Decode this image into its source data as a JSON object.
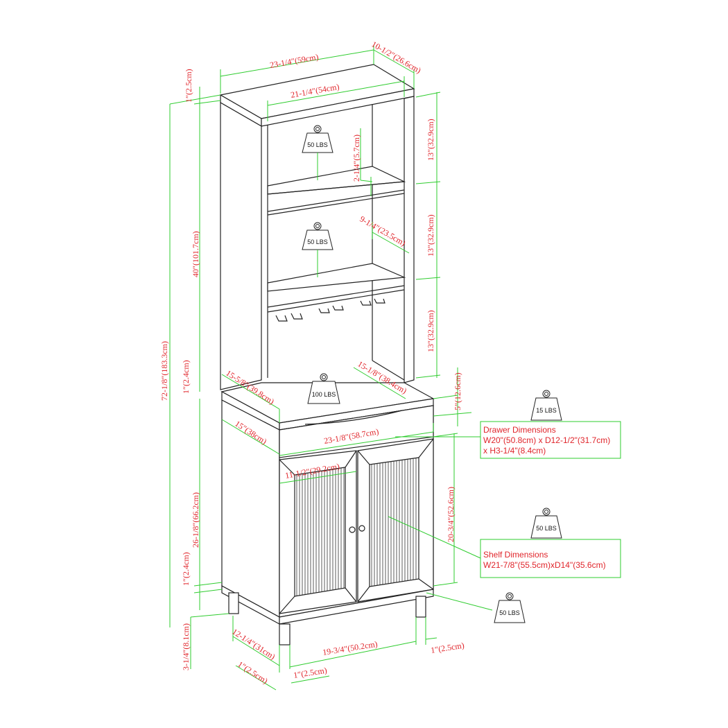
{
  "dimensions": {
    "top_width": "23-1/4″(59cm)",
    "top_depth": "10-1/2″(26.6cm)",
    "inner_width_top": "21-1/4″(54cm)",
    "top_thickness": "1″(2.5cm)",
    "total_height": "72-1/8″(183.3cm)",
    "hutch_height": "40″(101.7cm)",
    "shelf_lip": "2-1/4″(5.7cm)",
    "shelf_gap_1": "13″(32.9cm)",
    "shelf_gap_2": "13″(32.9cm)",
    "shelf_gap_3": "13″(32.9cm)",
    "hutch_shelf_depth": "9-1/4″(23.5cm)",
    "counter_thickness": "1″(2.4cm)",
    "counter_depth": "15-5/8″(39.8cm)",
    "counter_inner_depth": "15-1/8″(38.4cm)",
    "drawer_height": "5″(12.6cm)",
    "base_depth": "15″(38cm)",
    "base_width": "23-1/8″(58.7cm)",
    "door_width": "11-1/2″(29.2cm)",
    "base_height": "26-1/8″(66.2cm)",
    "door_height": "20-3/4″(52.6cm)",
    "bottom_thickness": "1″(2.4cm)",
    "leg_height": "3-1/4″(8.1cm)",
    "leg_depth_span": "12-1/4″(31cm)",
    "leg_width_span": "19-3/4″(50.2cm)",
    "leg_size_right": "1″(2.5cm)",
    "leg_size_depth": "1″(2.5cm)",
    "leg_size_front": "1″(2.5cm)"
  },
  "weights": {
    "top_shelf": "50 LBS",
    "middle_shelf": "50 LBS",
    "counter": "100 LBS",
    "drawer": "15 LBS",
    "cabinet_shelf": "50 LBS",
    "cabinet_bottom": "50 LBS"
  },
  "callouts": {
    "drawer": {
      "title": "Drawer Dimensions",
      "line1": "W20\"(50.8cm) x D12-1/2\"(31.7cm)",
      "line2": "x H3-1/4\"(8.4cm)"
    },
    "shelf": {
      "title": "Shelf Dimensions",
      "line1": "W21-7/8\"(55.5cm)xD14\"(35.6cm)"
    }
  },
  "colors": {
    "dimension_line": "#2ecc2e",
    "dimension_text": "#e0242a",
    "outline": "#222222"
  }
}
